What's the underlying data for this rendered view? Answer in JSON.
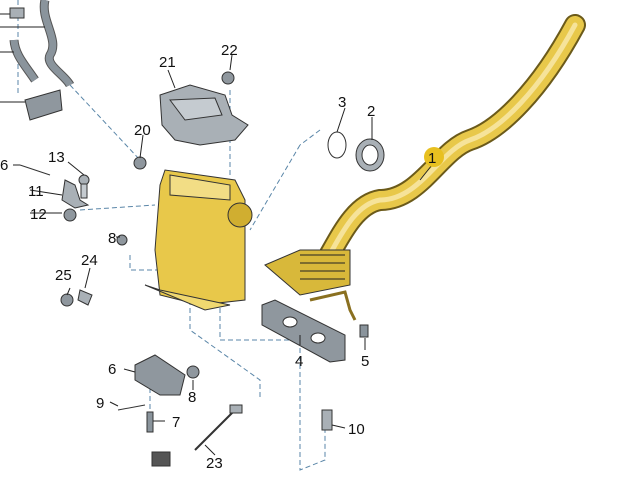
{
  "diagram": {
    "labels": {
      "p1": "1",
      "p2": "2",
      "p3": "3",
      "p4": "4",
      "p5": "5",
      "p6a": "6",
      "p6b": "6",
      "p7": "7",
      "p8a": "8",
      "p8b": "8",
      "p9": "9",
      "p10": "10",
      "p11": "11",
      "p12": "12",
      "p13": "13",
      "p20": "20",
      "p21": "21",
      "p22": "22",
      "p23": "23",
      "p24": "24",
      "p25": "25"
    },
    "colors": {
      "exhaust": "#e8c84a",
      "part_grey": "#a9b0b6",
      "badge": "#e8c020",
      "leader_dash": "#5a86a8"
    }
  }
}
